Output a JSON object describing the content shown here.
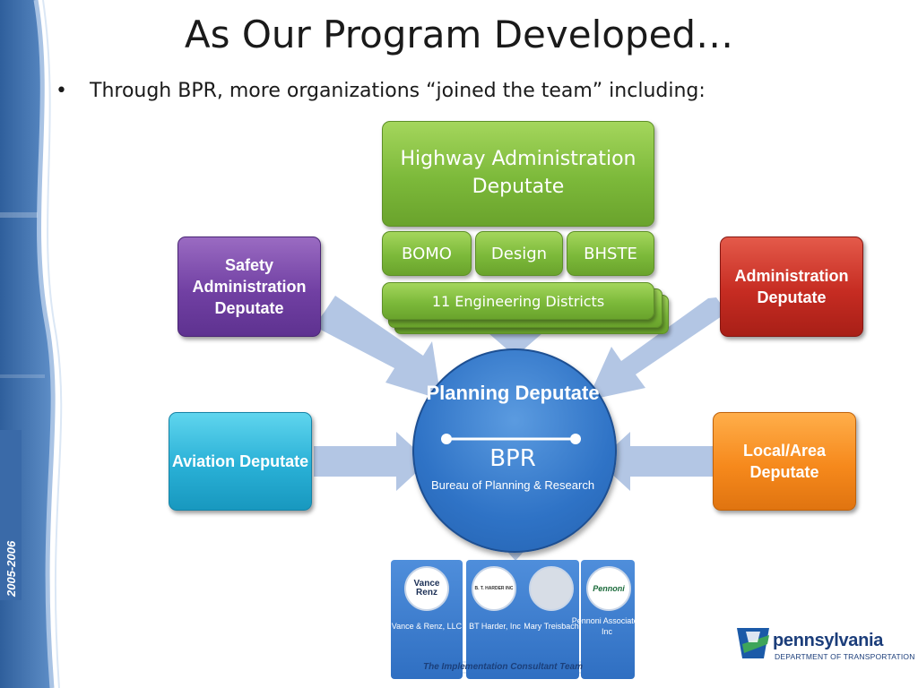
{
  "slide": {
    "title": "As Our Program Developed…",
    "bullet": "Through BPR, more organizations “joined the team” including:",
    "year_tag": "2005-2006"
  },
  "highway": {
    "label": "Highway Administration Deputate",
    "sub_units": [
      "BOMO",
      "Design",
      "BHSTE"
    ],
    "districts": "11 Engineering Districts"
  },
  "deputates": {
    "safety": "Safety Administration Deputate",
    "administration": "Administration Deputate",
    "aviation": "Aviation Deputate",
    "local": "Local/Area Deputate"
  },
  "center": {
    "title": "Planning Deputate",
    "abbr": "BPR",
    "full": "Bureau of Planning & Research"
  },
  "consultants": {
    "label": "The Implementation Consultant Team",
    "members": [
      {
        "name": "Vance & Renz, LLC",
        "logo_text": "Vance Renz"
      },
      {
        "name": "BT Harder, Inc",
        "logo_text": "B. T. HARDER INC"
      },
      {
        "name": "Mary Treisbach",
        "logo_text": ""
      },
      {
        "name": "Pennoni Associates Inc",
        "logo_text": "Pennoni"
      }
    ]
  },
  "footer": {
    "state": "pennsylvania",
    "department": "DEPARTMENT OF TRANSPORTATION"
  },
  "colors": {
    "green": "#7cb93a",
    "purple": "#7140a3",
    "red": "#c62c22",
    "cyan": "#29b0d6",
    "orange": "#f6891c",
    "blue": "#2f73c6",
    "arrow": "#b3c6e4"
  }
}
